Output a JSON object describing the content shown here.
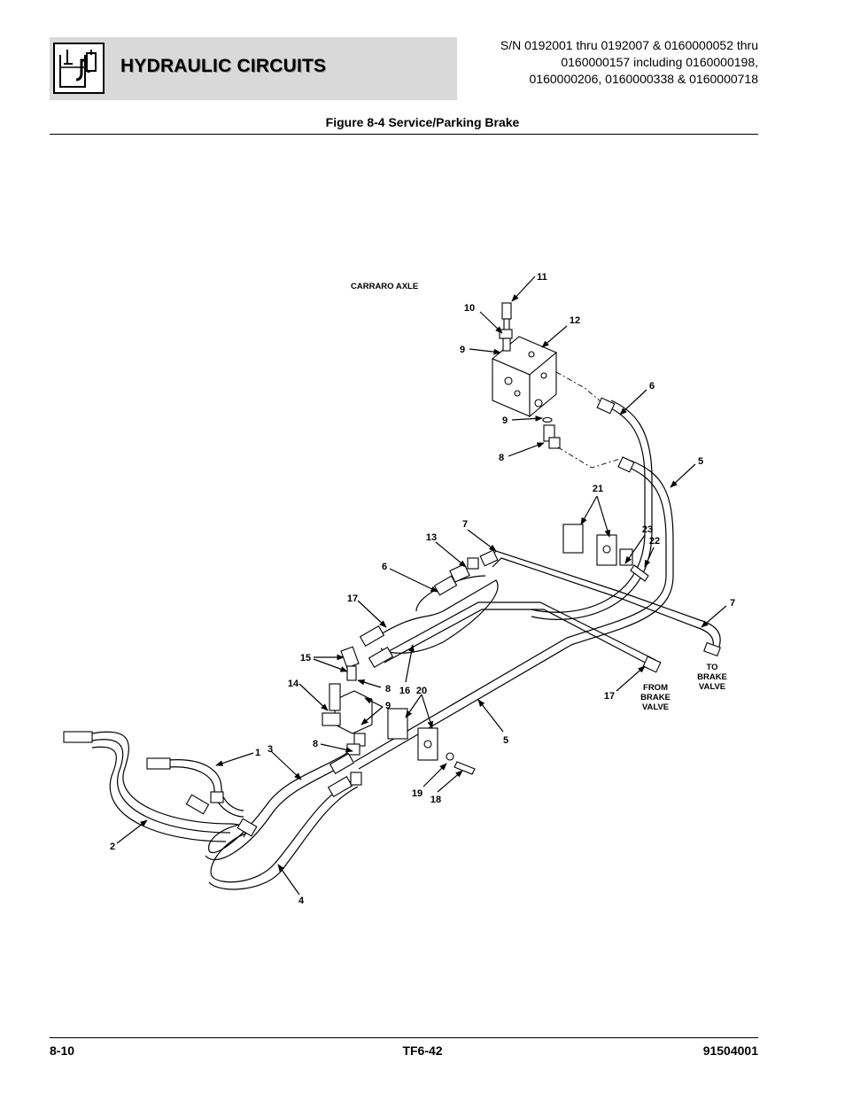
{
  "header": {
    "title": "HYDRAULIC CIRCUITS",
    "serial_lines": "S/N 0192001 thru 0192007 & 0160000052 thru\n0160000157 including 0160000198,\n0160000206, 0160000338 & 0160000718",
    "figure_caption": "Figure 8-4 Service/Parking Brake"
  },
  "diagram": {
    "labels": {
      "axle": "CARRARO AXLE",
      "to_brake": [
        "TO",
        "BRAKE",
        "VALVE"
      ],
      "from_brake": [
        "FROM",
        "BRAKE",
        "VALVE"
      ]
    },
    "callouts": [
      "11",
      "10",
      "12",
      "9",
      "6",
      "9",
      "8",
      "5",
      "21",
      "7",
      "13",
      "23",
      "22",
      "6",
      "17",
      "7",
      "15",
      "14",
      "8",
      "9",
      "16",
      "20",
      "17",
      "8",
      "1",
      "3",
      "5",
      "2",
      "19",
      "18",
      "4"
    ]
  },
  "footer": {
    "page": "8-10",
    "code": "TF6-42",
    "manual": "91504001"
  }
}
